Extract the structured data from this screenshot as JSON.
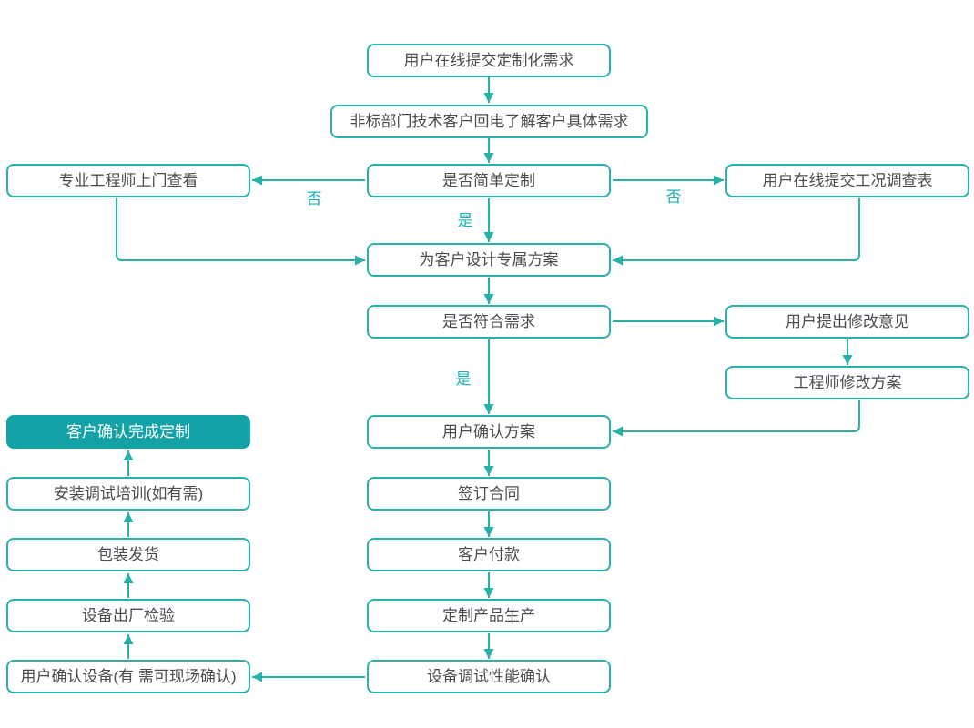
{
  "diagram": {
    "type": "flowchart",
    "colors": {
      "line": "#25b0a8",
      "box_border": "#28b2a9",
      "box_text": "#4c4c4d",
      "decision_label": "#16b4ba",
      "final_fill": "#13a3a6",
      "final_text": "#ffffff",
      "background": "#ffffff"
    },
    "nodes": {
      "submit": {
        "label": "用户在线提交定制化需求"
      },
      "callback": {
        "label": "非标部门技术客户回电了解客户具体需求"
      },
      "engineer_visit": {
        "label": "专业工程师上门查看"
      },
      "simple_custom": {
        "label": "是否简单定制"
      },
      "survey": {
        "label": "用户在线提交工况调查表"
      },
      "design": {
        "label": "为客户设计专属方案"
      },
      "meets": {
        "label": "是否符合需求"
      },
      "feedback": {
        "label": "用户提出修改意见"
      },
      "revise": {
        "label": "工程师修改方案"
      },
      "confirm_plan": {
        "label": "用户确认方案"
      },
      "complete": {
        "label": "客户确认完成定制"
      },
      "contract": {
        "label": "签订合同"
      },
      "training": {
        "label": "安装调试培训(如有需)"
      },
      "payment": {
        "label": "客户付款"
      },
      "shipping": {
        "label": "包装发货"
      },
      "production": {
        "label": "定制产品生产"
      },
      "inspection": {
        "label": "设备出厂检验"
      },
      "debug": {
        "label": "设备调试性能确认"
      },
      "device_confirm": {
        "label": "用户确认设备(有 需可现场确认)"
      }
    },
    "edge_labels": {
      "no_left": "否",
      "no_right": "否",
      "yes_1": "是",
      "yes_2": "是"
    },
    "edges": [
      {
        "from": "submit",
        "to": "callback"
      },
      {
        "from": "callback",
        "to": "simple_custom"
      },
      {
        "from": "simple_custom",
        "to": "engineer_visit",
        "label": "否"
      },
      {
        "from": "simple_custom",
        "to": "survey",
        "label": "否"
      },
      {
        "from": "simple_custom",
        "to": "design",
        "label": "是"
      },
      {
        "from": "engineer_visit",
        "to": "design"
      },
      {
        "from": "survey",
        "to": "design"
      },
      {
        "from": "design",
        "to": "meets"
      },
      {
        "from": "meets",
        "to": "feedback"
      },
      {
        "from": "feedback",
        "to": "revise"
      },
      {
        "from": "revise",
        "to": "confirm_plan"
      },
      {
        "from": "meets",
        "to": "confirm_plan",
        "label": "是"
      },
      {
        "from": "confirm_plan",
        "to": "contract"
      },
      {
        "from": "contract",
        "to": "payment"
      },
      {
        "from": "payment",
        "to": "production"
      },
      {
        "from": "production",
        "to": "debug"
      },
      {
        "from": "debug",
        "to": "device_confirm"
      },
      {
        "from": "device_confirm",
        "to": "inspection"
      },
      {
        "from": "inspection",
        "to": "shipping"
      },
      {
        "from": "shipping",
        "to": "training"
      },
      {
        "from": "training",
        "to": "complete"
      }
    ]
  }
}
